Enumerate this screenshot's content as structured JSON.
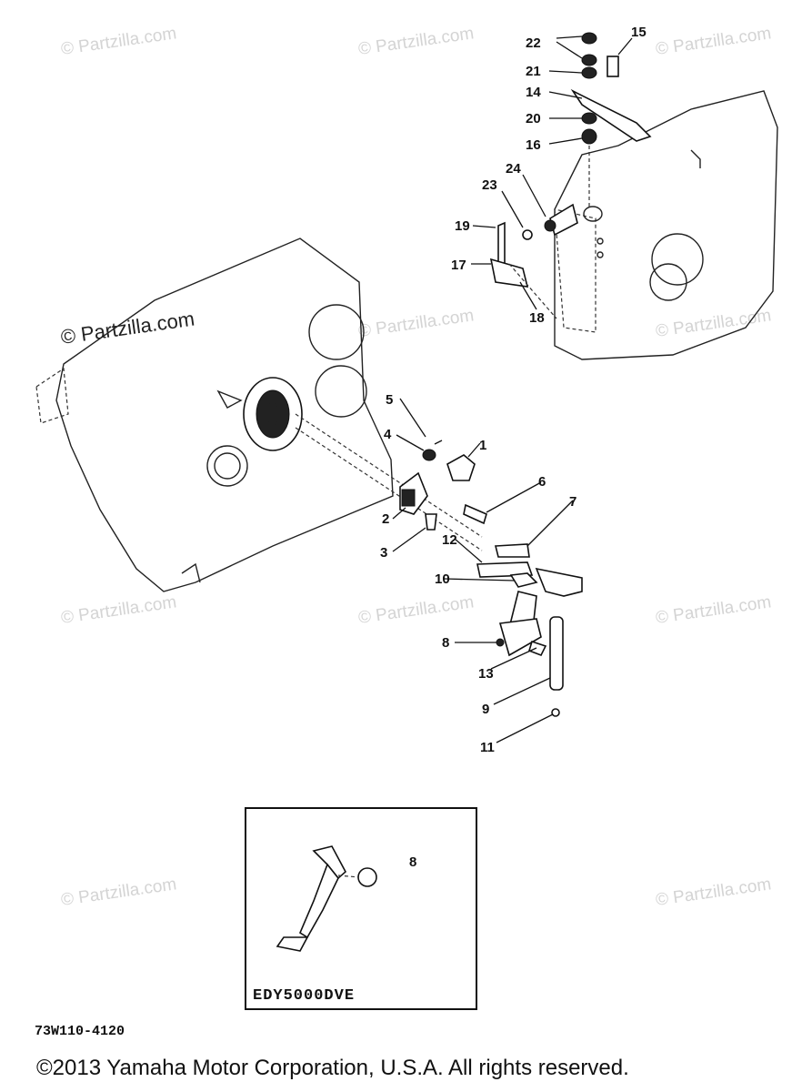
{
  "watermark": "© Partzilla.com",
  "callouts": [
    "1",
    "2",
    "3",
    "4",
    "5",
    "6",
    "7",
    "8",
    "9",
    "10",
    "11",
    "12",
    "13",
    "14",
    "15",
    "16",
    "17",
    "18",
    "19",
    "20",
    "21",
    "22",
    "23",
    "24"
  ],
  "inset_label": "EDY5000DVE",
  "drawing_code": "73W110-4120",
  "copyright": "©2013  Yamaha Motor Corporation, U.S.A. All rights reserved."
}
